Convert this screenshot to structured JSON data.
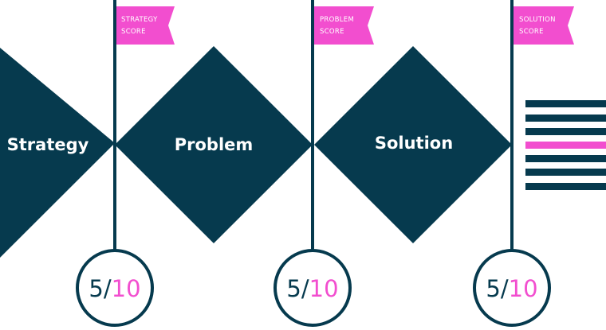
{
  "colors": {
    "navy": "#063a4e",
    "pink": "#f24ecf",
    "white": "#ffffff"
  },
  "stages": [
    {
      "label": "Strategy",
      "flag_line1": "STRATEGY",
      "flag_line2": "SCORE",
      "score_value": "5",
      "score_sep": "/",
      "score_max": "10"
    },
    {
      "label": "Problem",
      "flag_line1": "PROBLEM",
      "flag_line2": "SCORE",
      "score_value": "5",
      "score_sep": "/",
      "score_max": "10"
    },
    {
      "label": "Solution",
      "flag_line1": "SOLUTION",
      "flag_line2": "SCORE",
      "score_value": "5",
      "score_sep": "/",
      "score_max": "10"
    }
  ],
  "list_icon": {
    "icon": "list-icon",
    "highlighted_line": 4
  }
}
